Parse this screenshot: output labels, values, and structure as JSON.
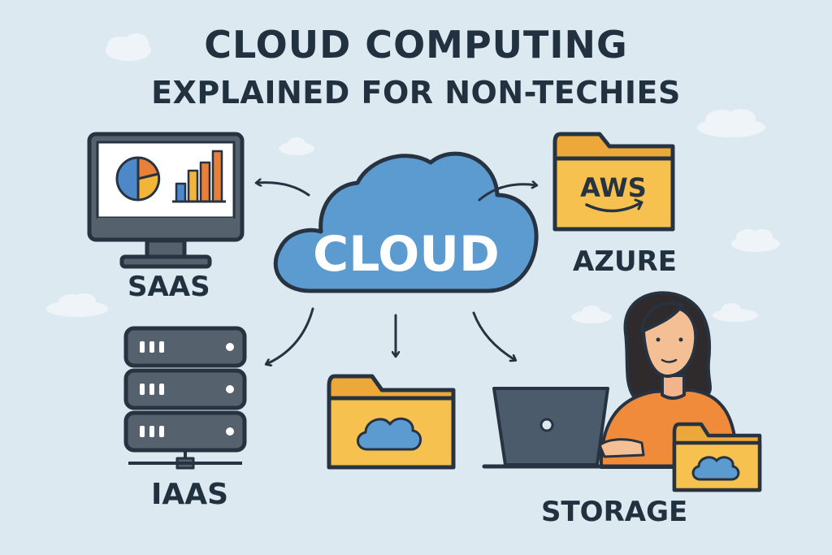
{
  "header": {
    "title": "CLOUD COMPUTING",
    "subtitle": "EXPLAINED FOR NON-TECHIES"
  },
  "center": {
    "label": "CLOUD"
  },
  "nodes": {
    "saas": {
      "label": "SAAS",
      "icon": "monitor-chart-icon"
    },
    "azure": {
      "label": "AZURE",
      "icon": "aws-folder-icon",
      "folder_text": "AWS"
    },
    "iaas": {
      "label": "IAAS",
      "icon": "server-rack-icon"
    },
    "storage": {
      "label": "STORAGE",
      "icon": "person-laptop-icon"
    },
    "cloud_folder": {
      "icon": "cloud-folder-icon"
    }
  },
  "colors": {
    "background": "#dde9f1",
    "cloud": "#5b9bd0",
    "outline": "#273341",
    "folder": "#f6c14e",
    "pie_blue": "#4d88c8",
    "pie_orange": "#e8803a",
    "pie_yellow": "#f2b53a",
    "sweater": "#f08b3c",
    "laptop": "#4b5b6c"
  }
}
